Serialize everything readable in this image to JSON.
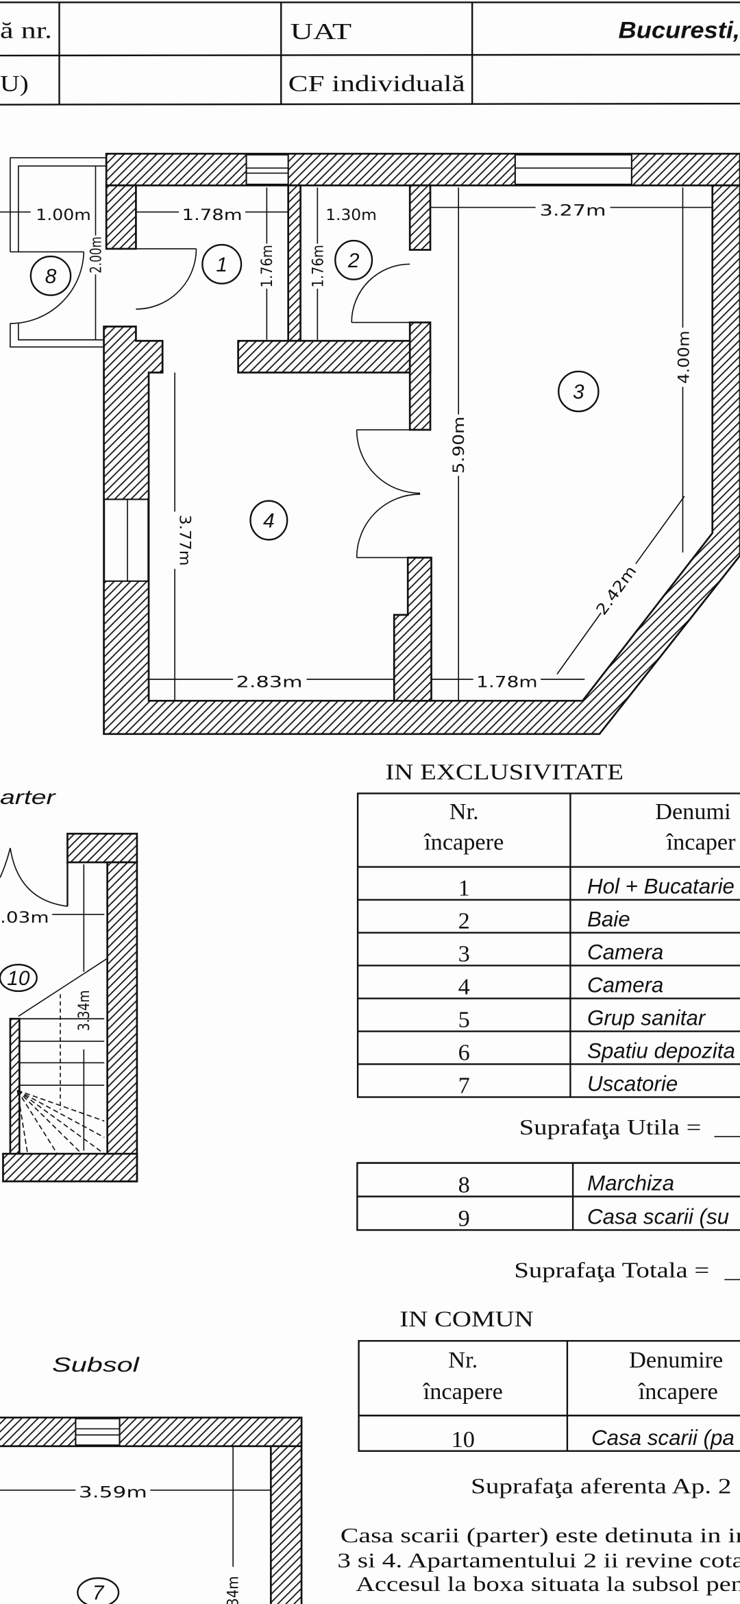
{
  "header_table": {
    "r1c1": "ă nr.",
    "r1c3": "UAT",
    "r1c4": "Bucuresti,",
    "r2c1": "U)",
    "r2c3": "CF individuală"
  },
  "plan_parter_main": {
    "rooms": {
      "r1": "1",
      "r2": "2",
      "r3": "3",
      "r4": "4",
      "r8": "8"
    },
    "dims": {
      "marchiza_width": "1.00m",
      "marchiza_height": "2.00m",
      "room1_width": "1.78m",
      "room1_height": "1.76m",
      "room2_height": "1.76m",
      "room2_width": "1.30m",
      "room3_width": "3.27m",
      "room3_right": "4.00m",
      "room3_left": "5.90m",
      "room4_height": "3.77m",
      "room4_width": "2.83m",
      "room3_bottom": "1.78m",
      "room3_diagonal": "2.42m"
    }
  },
  "plan_parter_stair": {
    "label": "arter",
    "room": "10",
    "dim_width": ".03m",
    "dim_height": "3.34m"
  },
  "plan_subsol": {
    "label": "Subsol",
    "room": "7",
    "dim_width": "3.59m",
    "dim_height": "34m"
  },
  "exclusive": {
    "title": "IN EXCLUSIVITATE",
    "headers": {
      "nr_1": "Nr.",
      "nr_2": "încapere",
      "name_1": "Denumi",
      "name_2": "încaper"
    },
    "rows": [
      {
        "nr": "1",
        "name": "Hol + Bucatarie"
      },
      {
        "nr": "2",
        "name": "Baie"
      },
      {
        "nr": "3",
        "name": "Camera"
      },
      {
        "nr": "4",
        "name": "Camera"
      },
      {
        "nr": "5",
        "name": "Grup sanitar"
      },
      {
        "nr": "6",
        "name": "Spatiu depozita"
      },
      {
        "nr": "7",
        "name": "Uscatorie"
      }
    ],
    "utila_label": "Suprafaţa Utila =",
    "utila_value": "__",
    "rows2": [
      {
        "nr": "8",
        "name": "Marchiza"
      },
      {
        "nr": "9",
        "name": "Casa scarii (su"
      }
    ],
    "totala_label": "Suprafaţa Totala =",
    "totala_value": "_"
  },
  "common": {
    "title": "IN COMUN",
    "headers": {
      "nr_1": "Nr.",
      "nr_2": "încapere",
      "name_1": "Denumire",
      "name_2": "încapere"
    },
    "rows": [
      {
        "nr": "10",
        "name": "Casa scarii (pa"
      }
    ],
    "aferenta_label": "Suprafaţa aferenta Ap. 2"
  },
  "notes": [
    "Casa scarii (parter) este detinuta in in",
    "3 si 4. Apartamentului 2 ii revine cota",
    "Accesul la boxa situata la subsol pen"
  ]
}
